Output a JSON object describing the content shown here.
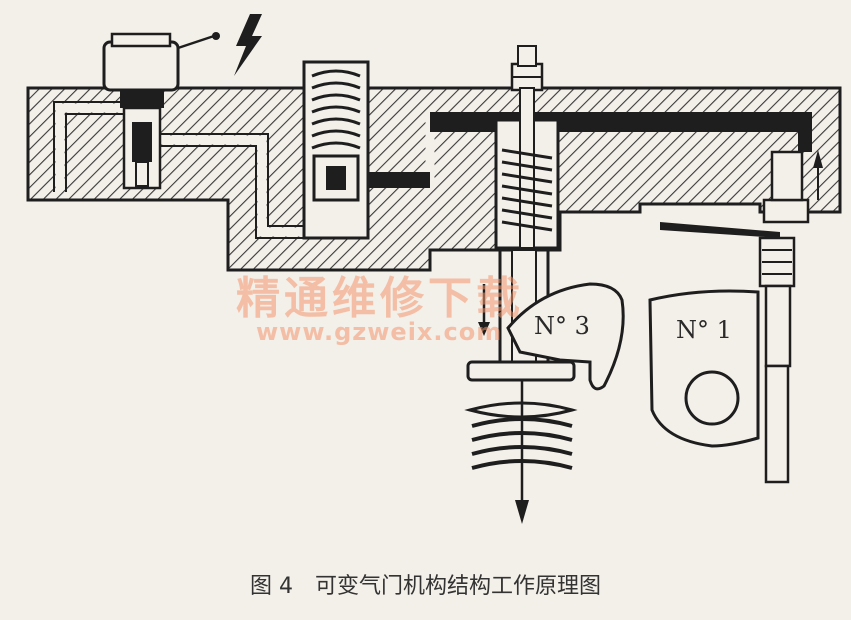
{
  "labels": {
    "cam_no3": "N° 3",
    "cam_no1": "N° 1"
  },
  "watermark": {
    "name": "精通维修下载",
    "url": "www.gzweix.com"
  },
  "caption": {
    "figure_number": "图 4",
    "title": "可变气门机构结构工作原理图"
  },
  "colors": {
    "paper": "#f3efe9",
    "ink": "#1e1e1e",
    "hatch": "#3a3a3a",
    "watermark": "#f2966e"
  },
  "icons": {
    "lightning": "lightning-bolt-icon",
    "flow_arrow": "arrow-icon"
  }
}
